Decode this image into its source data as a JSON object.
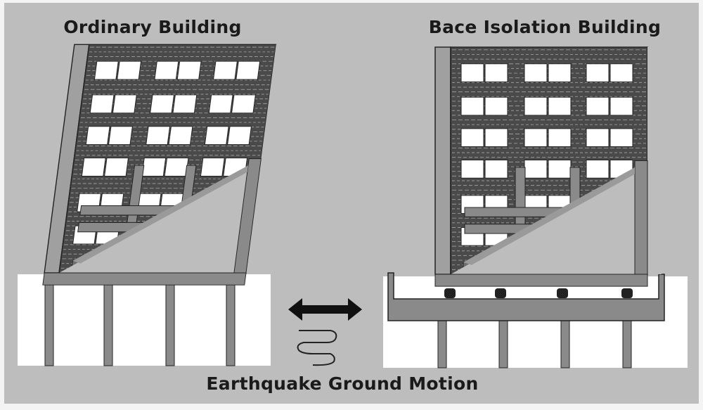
{
  "titles": {
    "left": "Ordinary Building",
    "right": "Bace Isolation Building",
    "bottom": "Earthquake Ground Motion"
  },
  "colors": {
    "background": "#bdbdbd",
    "brick": "#4a4a4a",
    "structure": "#8a8a8a",
    "panel": "#6e6e6e",
    "ground": "#ffffff"
  },
  "buildings": {
    "floors": 6,
    "window_columns": 3
  }
}
